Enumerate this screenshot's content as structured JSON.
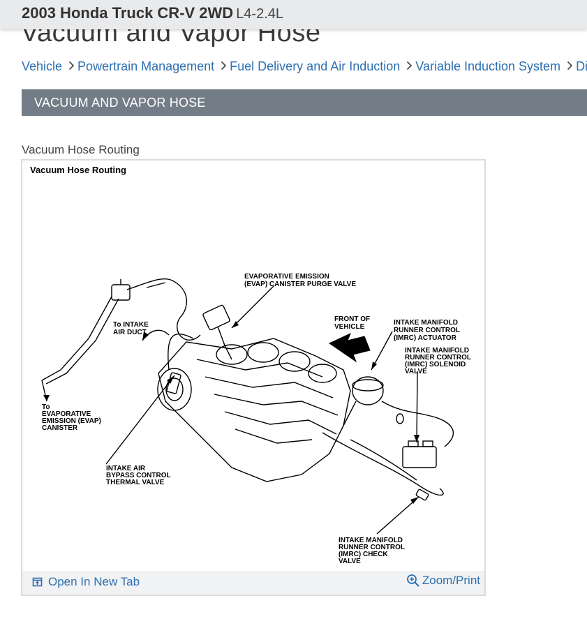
{
  "header": {
    "vehicle": "2003 Honda Truck CR-V 2WD",
    "engine": "L4-2.4L"
  },
  "page_title": "Vacuum and Vapor Hose",
  "breadcrumb": [
    "Vehicle",
    "Powertrain Management",
    "Fuel Delivery and Air Induction",
    "Variable Induction System",
    "Dia"
  ],
  "section": {
    "title": "VACUUM AND VAPOR HOSE"
  },
  "figure": {
    "caption": "Vacuum Hose Routing",
    "inner_title": "Vacuum Hose Routing",
    "labels": {
      "purge_valve": [
        "EVAPORATIVE EMISSION",
        "(EVAP) CANISTER PURGE VALVE"
      ],
      "front": [
        "FRONT OF",
        "VEHICLE"
      ],
      "imrc_actuator": [
        "INTAKE MANIFOLD",
        "RUNNER CONTROL",
        "(IMRC) ACTUATOR"
      ],
      "imrc_solenoid": [
        "INTAKE MANIFOLD",
        "RUNNER CONTROL",
        "(IMRC) SOLENOID",
        "VALVE"
      ],
      "intake_duct": [
        "To INTAKE",
        "AIR DUCT"
      ],
      "canister": [
        "To",
        "EVAPORATIVE",
        "EMISSION (EVAP)",
        "CANISTER"
      ],
      "bypass_valve": [
        "INTAKE AIR",
        "BYPASS CONTROL",
        "THERMAL VALVE"
      ],
      "check_valve": [
        "INTAKE MANIFOLD",
        "RUNNER CONTROL",
        "(IMRC) CHECK",
        "VALVE"
      ]
    }
  },
  "footer": {
    "open_tab": "Open In New Tab",
    "zoom": "Zoom/Print"
  },
  "icons": {
    "breadcrumb_separator": "chevron-right-icon",
    "open_tab": "open-new-tab-icon",
    "zoom": "magnifier-plus-icon"
  },
  "colors": {
    "link": "#2c6fb0",
    "section_bar": "#737d88",
    "top_bar": "#e9eaec"
  }
}
